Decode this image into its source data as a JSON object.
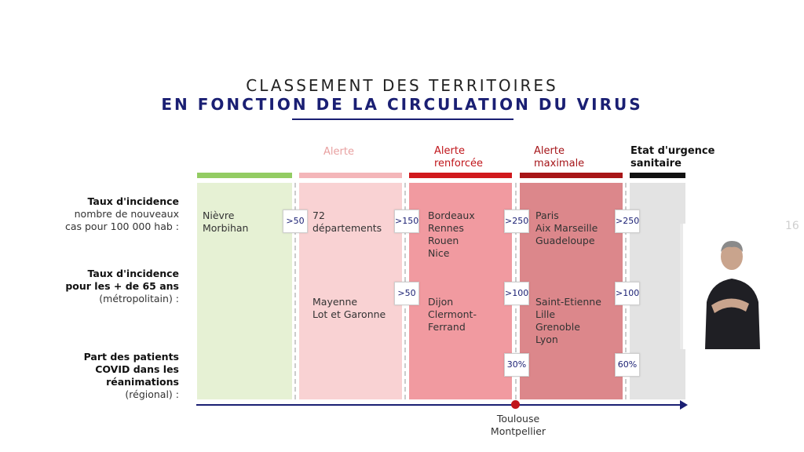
{
  "title": {
    "line1": "CLASSEMENT DES TERRITOIRES",
    "line2": "EN FONCTION DE LA CIRCULATION DU VIRUS"
  },
  "colors": {
    "green": "#93cc63",
    "green_bg": "#e6f1d4",
    "alerte": "#f4b6b9",
    "alerte_bg": "#f9d2d3",
    "renforcee": "#d1191d",
    "renforcee_bg": "#f19aa0",
    "maximale": "#a81618",
    "maximale_bg": "#dc878b",
    "urgence": "#111111",
    "urgence_bg": "#e3e3e3",
    "navy": "#1a1f73"
  },
  "columns": [
    {
      "label": ""
    },
    {
      "label": "Alerte"
    },
    {
      "label_line1": "Alerte",
      "label_line2": "renforcée"
    },
    {
      "label_line1": "Alerte",
      "label_line2": "maximale"
    },
    {
      "label_line1": "Etat d'urgence",
      "label_line2": "sanitaire"
    }
  ],
  "rows": {
    "r1": {
      "title": "Taux d'incidence",
      "line2": "nombre de nouveaux",
      "line3": "cas pour 100 000 hab :"
    },
    "r2": {
      "title1": "Taux d'incidence",
      "title2": "pour les + de 65 ans",
      "line3": "(métropolitain) :"
    },
    "r3": {
      "title1": "Part des patients",
      "title2": "COVID dans les",
      "title3": "réanimations",
      "line4": "(régional) :"
    }
  },
  "cells": {
    "c1r1": [
      "Nièvre",
      "Morbihan"
    ],
    "c2r1": [
      "72",
      "départements"
    ],
    "c2r2": [
      "Mayenne",
      "Lot et Garonne"
    ],
    "c3r1": [
      "Bordeaux",
      "Rennes",
      "Rouen",
      "Nice"
    ],
    "c3r2": [
      "Dijon",
      "Clermont-",
      "Ferrand"
    ],
    "c4r1": [
      "Paris",
      "Aix Marseille",
      "Guadeloupe"
    ],
    "c4r2": [
      "Saint-Etienne",
      "Lille",
      "Grenoble",
      "Lyon"
    ]
  },
  "badges": {
    "b1r1": ">50",
    "b2r1": ">150",
    "b2r2": ">50",
    "b3r1": ">250",
    "b3r2": ">100",
    "b3r3": "30%",
    "b4r1": ">250",
    "b4r2": ">100",
    "b4r3": "60%"
  },
  "axis": {
    "label_line1": "Toulouse",
    "label_line2": "Montpellier"
  },
  "page_number": "16"
}
